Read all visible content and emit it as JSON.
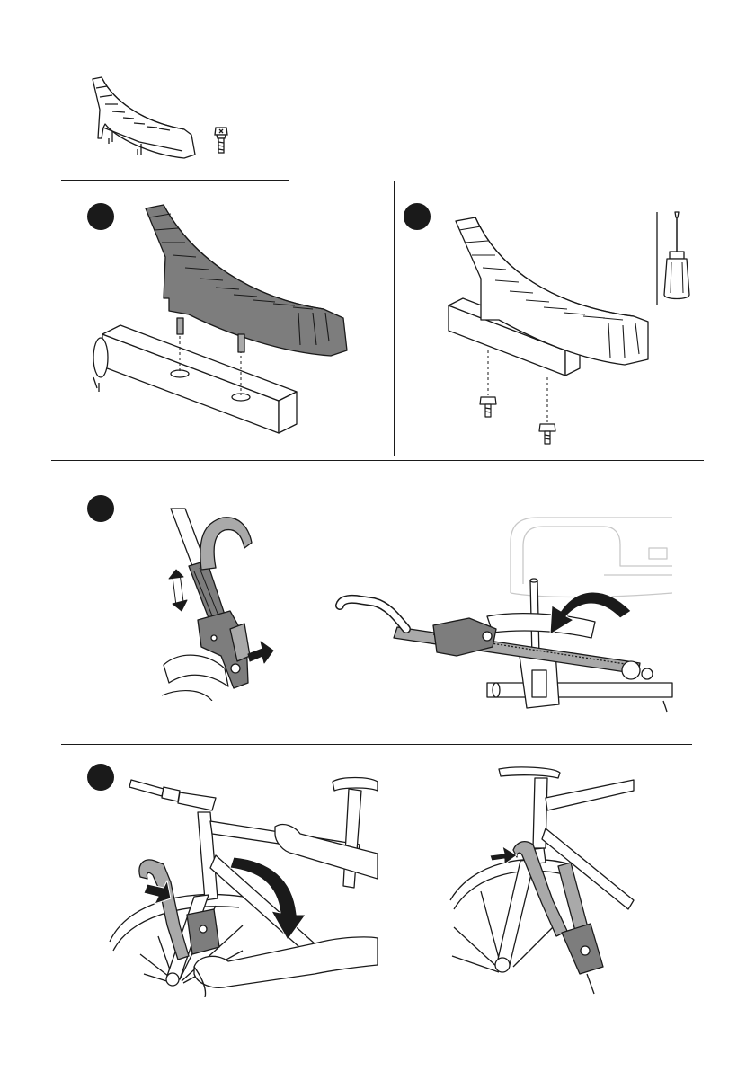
{
  "colors": {
    "ink": "#1a1a1a",
    "paper": "#ffffff",
    "part_gray": "#7d7d7d",
    "part_light": "#a9a9a9",
    "ghost": "#c8c8c8"
  },
  "icons": {
    "parts": [
      "wheel-tray-icon",
      "screw-icon"
    ],
    "tools": [
      "screwdriver-icon"
    ],
    "arrows": [
      "up-down-arrow-icon",
      "push-arrow-icon",
      "rotate-arrow-icon",
      "press-arrow-icon"
    ]
  },
  "steps": [
    {
      "id": "step-1",
      "number": ""
    },
    {
      "id": "step-2",
      "number": ""
    },
    {
      "id": "step-3",
      "number": ""
    },
    {
      "id": "step-4",
      "number": ""
    }
  ]
}
